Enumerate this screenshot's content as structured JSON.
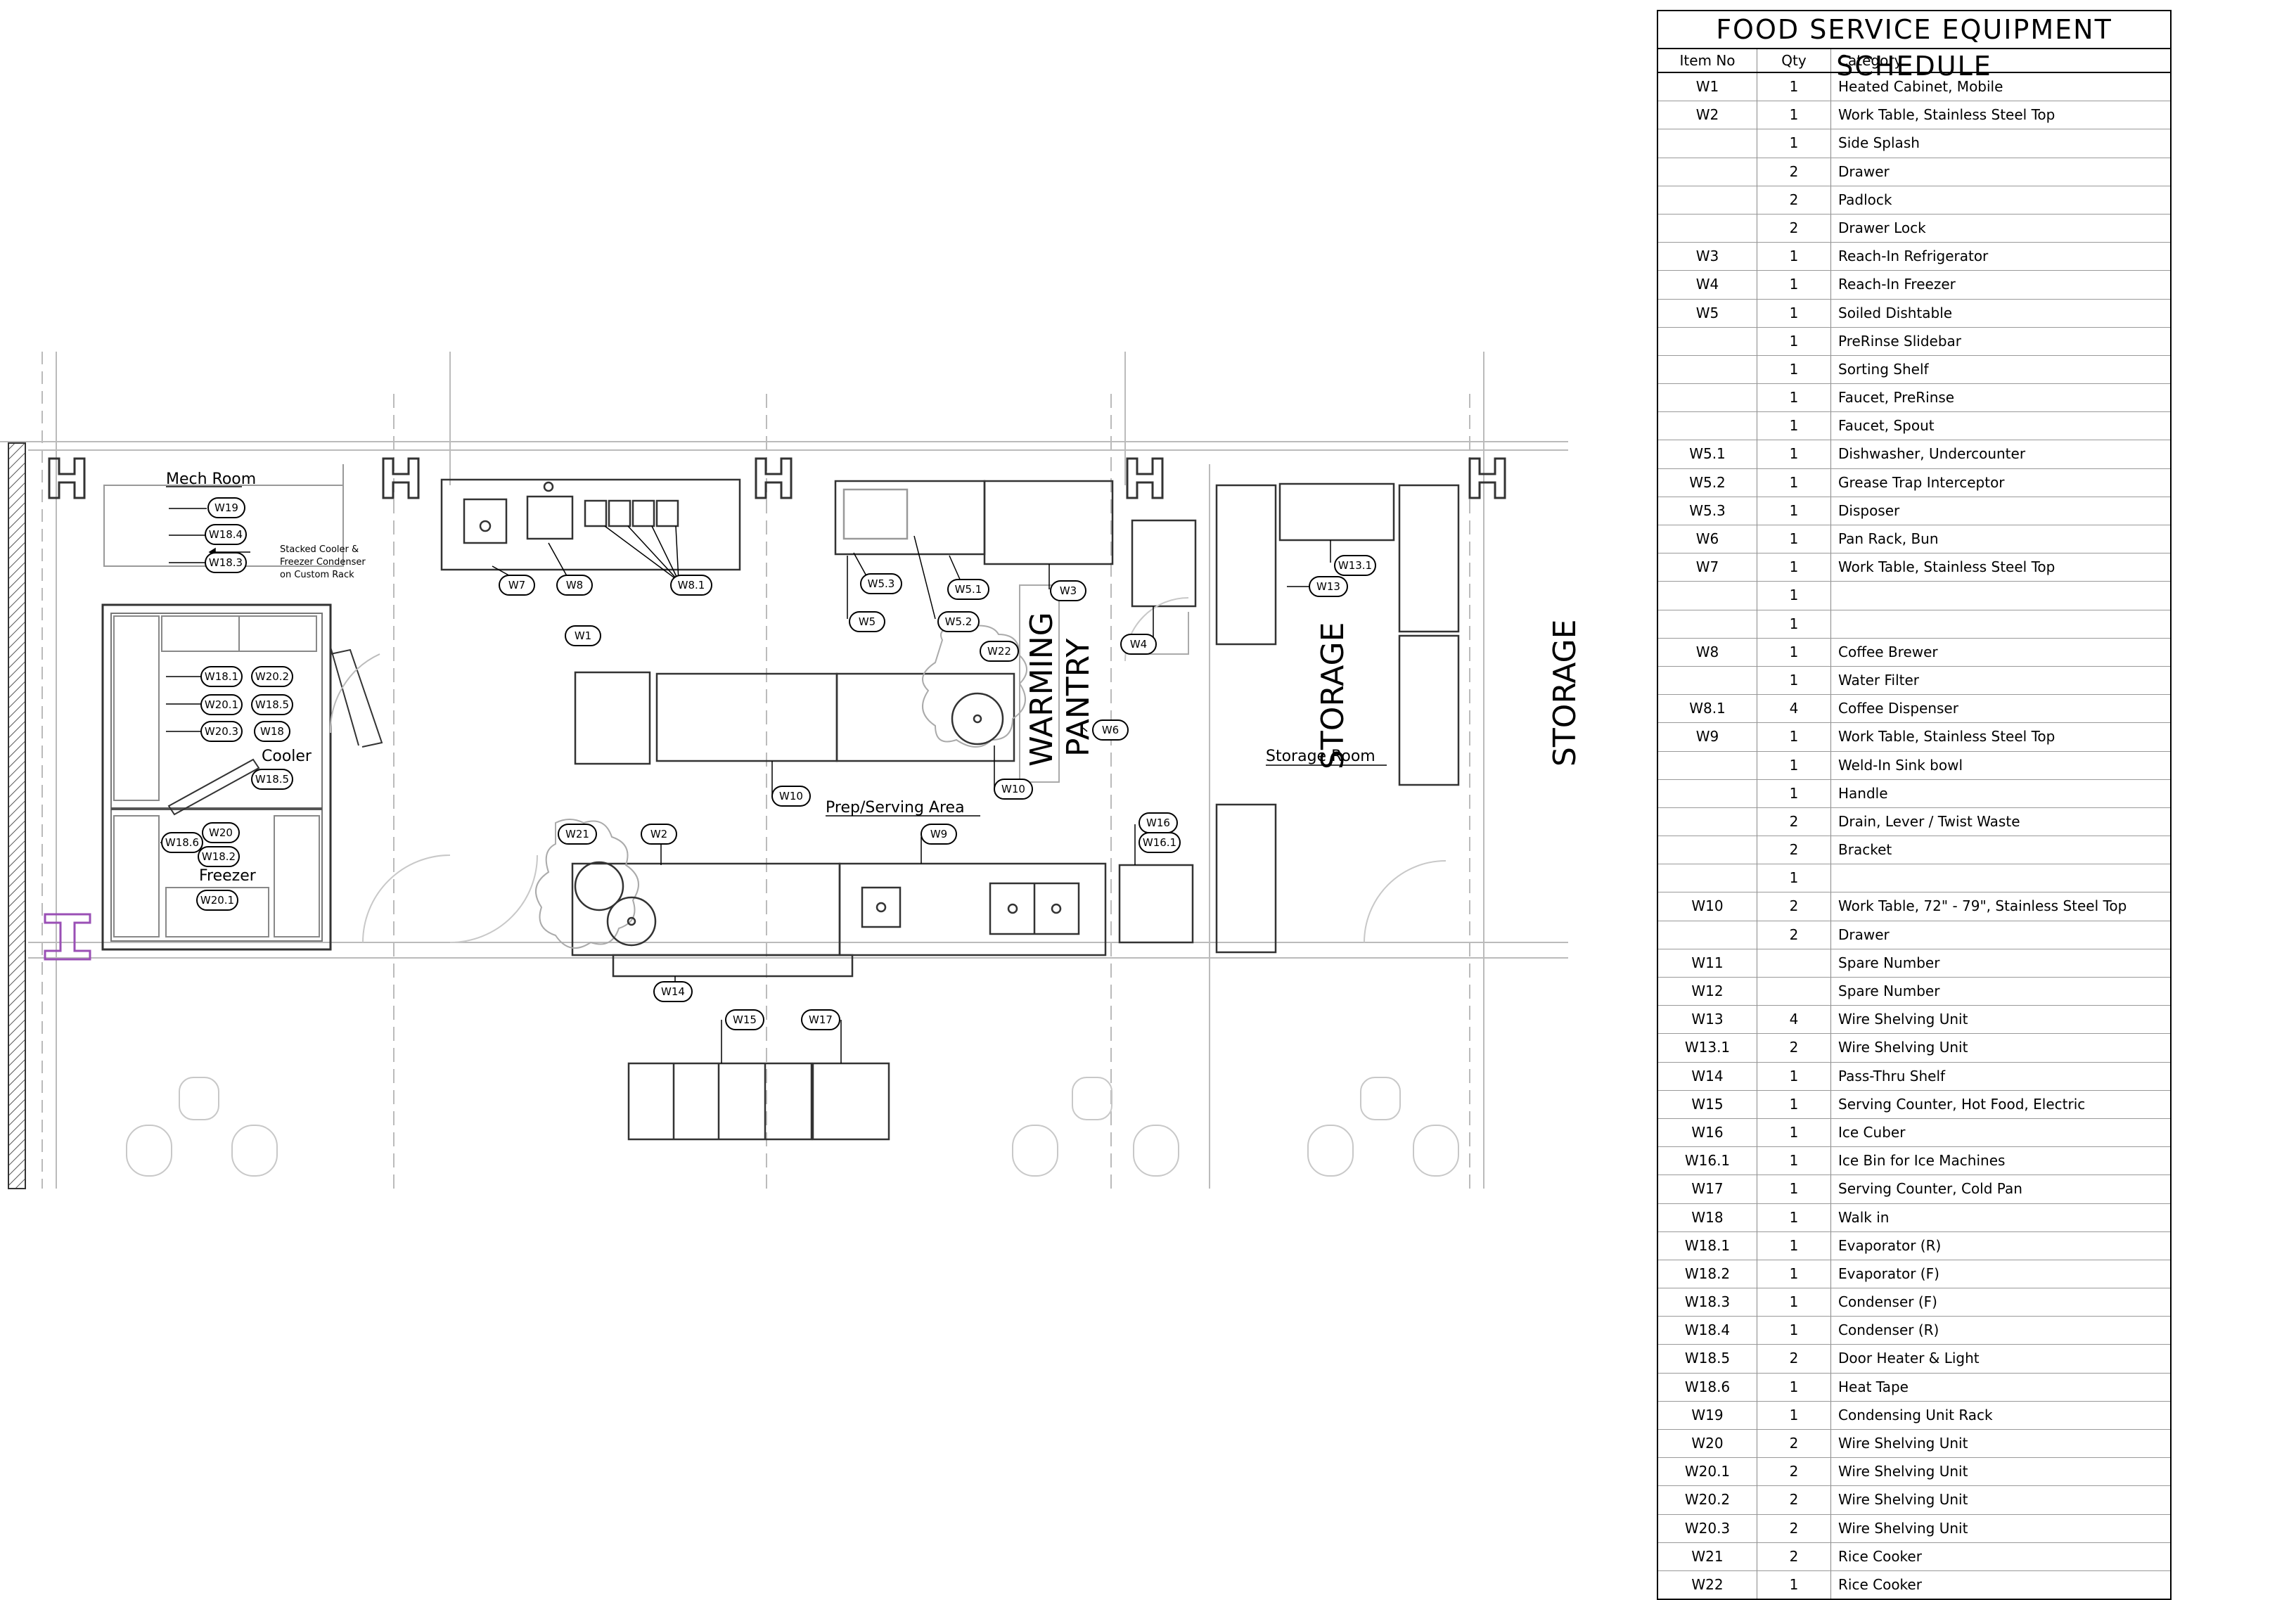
{
  "schedule": {
    "title": "FOOD SERVICE EQUIPMENT SCHEDULE",
    "headers": {
      "item": "Item No",
      "qty": "Qty",
      "category": "Category"
    },
    "rows": [
      {
        "item": "W1",
        "qty": "1",
        "category": "Heated Cabinet, Mobile"
      },
      {
        "item": "W2",
        "qty": "1",
        "category": "Work Table, Stainless Steel Top"
      },
      {
        "item": "",
        "qty": "1",
        "category": "Side Splash"
      },
      {
        "item": "",
        "qty": "2",
        "category": "Drawer"
      },
      {
        "item": "",
        "qty": "2",
        "category": "Padlock"
      },
      {
        "item": "",
        "qty": "2",
        "category": "Drawer Lock"
      },
      {
        "item": "W3",
        "qty": "1",
        "category": "Reach-In Refrigerator"
      },
      {
        "item": "W4",
        "qty": "1",
        "category": "Reach-In Freezer"
      },
      {
        "item": "W5",
        "qty": "1",
        "category": "Soiled Dishtable"
      },
      {
        "item": "",
        "qty": "1",
        "category": "PreRinse Slidebar"
      },
      {
        "item": "",
        "qty": "1",
        "category": "Sorting Shelf"
      },
      {
        "item": "",
        "qty": "1",
        "category": "Faucet, PreRinse"
      },
      {
        "item": "",
        "qty": "1",
        "category": "Faucet, Spout"
      },
      {
        "item": "W5.1",
        "qty": "1",
        "category": "Dishwasher, Undercounter"
      },
      {
        "item": "W5.2",
        "qty": "1",
        "category": "Grease Trap Interceptor"
      },
      {
        "item": "W5.3",
        "qty": "1",
        "category": "Disposer"
      },
      {
        "item": "W6",
        "qty": "1",
        "category": "Pan Rack, Bun"
      },
      {
        "item": "W7",
        "qty": "1",
        "category": "Work Table, Stainless Steel Top"
      },
      {
        "item": "",
        "qty": "1",
        "category": ""
      },
      {
        "item": "",
        "qty": "1",
        "category": ""
      },
      {
        "item": "W8",
        "qty": "1",
        "category": "Coffee Brewer"
      },
      {
        "item": "",
        "qty": "1",
        "category": "Water Filter"
      },
      {
        "item": "W8.1",
        "qty": "4",
        "category": "Coffee Dispenser"
      },
      {
        "item": "W9",
        "qty": "1",
        "category": "Work Table, Stainless Steel Top"
      },
      {
        "item": "",
        "qty": "1",
        "category": "Weld-In Sink bowl"
      },
      {
        "item": "",
        "qty": "1",
        "category": "Handle"
      },
      {
        "item": "",
        "qty": "2",
        "category": "Drain, Lever / Twist Waste"
      },
      {
        "item": "",
        "qty": "2",
        "category": "Bracket"
      },
      {
        "item": "",
        "qty": "1",
        "category": ""
      },
      {
        "item": "W10",
        "qty": "2",
        "category": "Work Table,  72\" - 79\", Stainless Steel Top"
      },
      {
        "item": "",
        "qty": "2",
        "category": "Drawer"
      },
      {
        "item": "W11",
        "qty": "",
        "category": "Spare Number"
      },
      {
        "item": "W12",
        "qty": "",
        "category": "Spare Number"
      },
      {
        "item": "W13",
        "qty": "4",
        "category": "Wire Shelving Unit"
      },
      {
        "item": "W13.1",
        "qty": "2",
        "category": "Wire Shelving Unit"
      },
      {
        "item": "W14",
        "qty": "1",
        "category": "Pass-Thru Shelf"
      },
      {
        "item": "W15",
        "qty": "1",
        "category": "Serving Counter, Hot Food, Electric"
      },
      {
        "item": "W16",
        "qty": "1",
        "category": "Ice Cuber"
      },
      {
        "item": "W16.1",
        "qty": "1",
        "category": "Ice Bin for Ice Machines"
      },
      {
        "item": "W17",
        "qty": "1",
        "category": "Serving Counter, Cold Pan"
      },
      {
        "item": "W18",
        "qty": "1",
        "category": "Walk in"
      },
      {
        "item": "W18.1",
        "qty": "1",
        "category": "Evaporator (R)"
      },
      {
        "item": "W18.2",
        "qty": "1",
        "category": "Evaporator (F)"
      },
      {
        "item": "W18.3",
        "qty": "1",
        "category": "Condenser (F)"
      },
      {
        "item": "W18.4",
        "qty": "1",
        "category": "Condenser (R)"
      },
      {
        "item": "W18.5",
        "qty": "2",
        "category": "Door Heater & Light"
      },
      {
        "item": "W18.6",
        "qty": "1",
        "category": "Heat Tape"
      },
      {
        "item": "W19",
        "qty": "1",
        "category": "Condensing Unit Rack"
      },
      {
        "item": "W20",
        "qty": "2",
        "category": "Wire Shelving Unit"
      },
      {
        "item": "W20.1",
        "qty": "2",
        "category": "Wire Shelving Unit"
      },
      {
        "item": "W20.2",
        "qty": "2",
        "category": "Wire Shelving Unit"
      },
      {
        "item": "W20.3",
        "qty": "2",
        "category": "Wire Shelving Unit"
      },
      {
        "item": "W21",
        "qty": "2",
        "category": "Rice Cooker"
      },
      {
        "item": "W22",
        "qty": "1",
        "category": "Rice Cooker"
      }
    ]
  },
  "plan": {
    "rooms": {
      "mech_room": "Mech Room",
      "cooler": "Cooler",
      "freezer": "Freezer",
      "prep_serving": "Prep/Serving Area",
      "storage_room": "Storage Room",
      "warming": "WARMING",
      "pantry": "PANTRY",
      "storage_a": "STORAGE",
      "storage_b": "STORAGE"
    },
    "notes": {
      "condenser_1": "Stacked Cooler &",
      "condenser_2": "Freezer Condenser",
      "condenser_3": "on Custom Rack"
    },
    "tags": {
      "w1": "W1",
      "w2": "W2",
      "w3": "W3",
      "w4": "W4",
      "w5": "W5",
      "w5_1": "W5.1",
      "w5_2": "W5.2",
      "w5_3": "W5.3",
      "w6": "W6",
      "w7": "W7",
      "w8": "W8",
      "w8_1": "W8.1",
      "w9": "W9",
      "w10a": "W10",
      "w10b": "W10",
      "w13": "W13",
      "w13_1": "W13.1",
      "w14": "W14",
      "w15": "W15",
      "w16": "W16",
      "w16_1": "W16.1",
      "w17": "W17",
      "w18": "W18",
      "w18_1": "W18.1",
      "w18_2": "W18.2",
      "w18_3": "W18.3",
      "w18_4": "W18.4",
      "w18_5a": "W18.5",
      "w18_5b": "W18.5",
      "w18_6": "W18.6",
      "w19": "W19",
      "w20": "W20",
      "w20_1a": "W20.1",
      "w20_1b": "W20.1",
      "w20_2": "W20.2",
      "w20_3": "W20.3",
      "w21": "W21",
      "w22": "W22"
    }
  }
}
